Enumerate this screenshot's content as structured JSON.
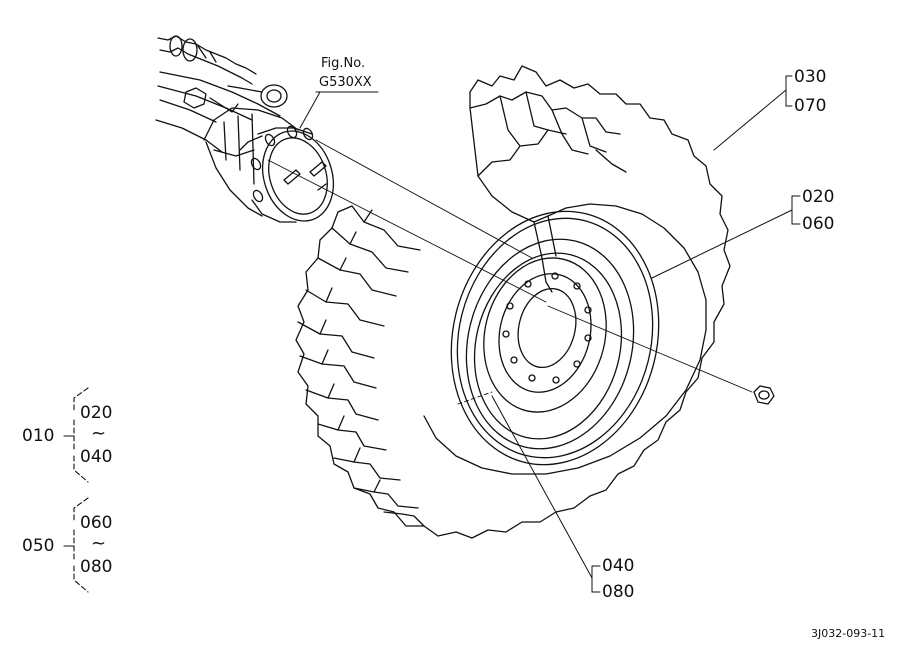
{
  "figure_ref": {
    "label": "Fig.No.",
    "code": "G530XX"
  },
  "callouts": {
    "tire": [
      "030",
      "070"
    ],
    "rim": [
      "020",
      "060"
    ],
    "nut": [
      "040",
      "080"
    ]
  },
  "groups": [
    {
      "id": "010",
      "from": "020",
      "to": "040"
    },
    {
      "id": "050",
      "from": "060",
      "to": "080"
    }
  ],
  "range_symbol": "~",
  "drawing_code": "3J032-093-11"
}
